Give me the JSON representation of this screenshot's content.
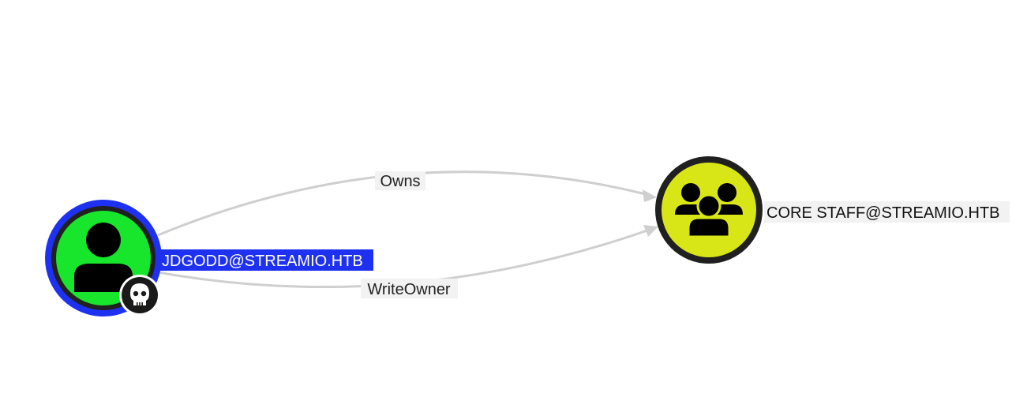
{
  "nodes": {
    "user": {
      "label": "JDGODD@STREAMIO.HTB",
      "icon": "user-icon",
      "badge_icon": "skull-icon",
      "fill": "#17e62c",
      "ring": "#1f31f0",
      "label_bg": "#1f31f0",
      "label_color": "#ffffff",
      "selected": true
    },
    "group": {
      "label": "CORE STAFF@STREAMIO.HTB",
      "icon": "group-icon",
      "fill": "#d8e617",
      "ring": "#202020",
      "label_bg": "#f2f2f2",
      "label_color": "#111111"
    }
  },
  "edges": [
    {
      "label": "Owns",
      "from": "user",
      "to": "group"
    },
    {
      "label": "WriteOwner",
      "from": "user",
      "to": "group"
    }
  ]
}
